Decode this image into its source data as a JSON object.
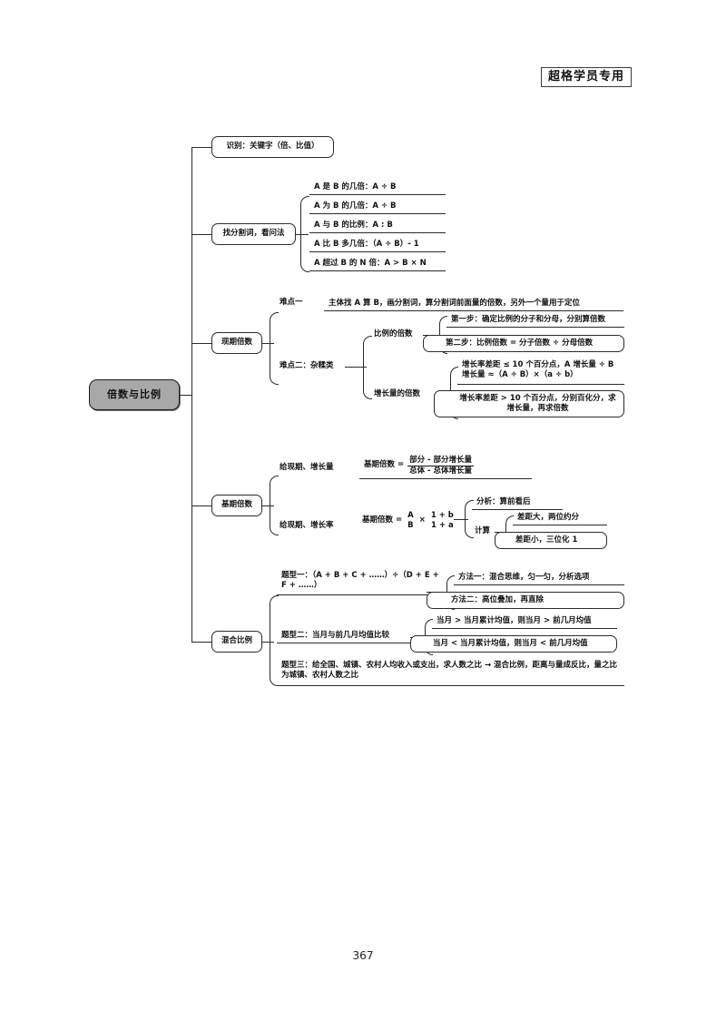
{
  "document": {
    "header_badge": "超格学员专用",
    "page_number": "367",
    "root": "倍数与比例"
  },
  "branches": {
    "b1": {
      "label": "识别：关键字（倍、比值）"
    },
    "b2": {
      "label": "找分割词，看问法",
      "items": [
        "A 是 B 的几倍：A ÷ B",
        "A 为 B 的几倍：A ÷ B",
        "A 与 B 的比例：A : B",
        "A 比 B 多几倍：（A ÷ B）- 1",
        "A 超过 B 的 N 倍：A > B × N"
      ]
    },
    "b3": {
      "label": "现期倍数",
      "d1_label": "难点一",
      "d1_text": "主体找 A 算 B，画分割词，算分割词前面量的倍数，另外一个量用于定位",
      "d2_label": "难点二：杂糅类",
      "sub1_label": "比例的倍数",
      "sub1_steps": [
        "第一步：确定比例的分子和分母，分别算倍数",
        "第二步：比例倍数 = 分子倍数 ÷ 分母倍数"
      ],
      "sub2_label": "增长量的倍数",
      "sub2_items": [
        "增长率差距 ≤ 10 个百分点，A 增长量 ÷ B 增长量 ≈（A ÷ B）×（a ÷ b）",
        "增长率差距 > 10 个百分点，分别百化分，求增长量，再求倍数"
      ]
    },
    "b4": {
      "label": "基期倍数",
      "c1_label": "给现期、增长量",
      "c1_formula_lead": "基期倍数 =",
      "c1_numerator": "部分 - 部分增长量",
      "c1_denominator": "总体 - 总体增长量",
      "c2_label": "给现期、增长率",
      "c2_formula_lead": "基期倍数 =",
      "c2_f1_num": "A",
      "c2_f1_den": "B",
      "c2_times": "×",
      "c2_f2_num": "1 + b",
      "c2_f2_den": "1 + a",
      "analysis": "分析：算前看后",
      "calc_label": "计算",
      "calc_items": [
        "差距大，两位约分",
        "差距小，三位化 1"
      ]
    },
    "b5": {
      "label": "混合比例",
      "t1_text": "题型一：（A + B + C + ……）÷（D + E + F + ……）",
      "t1_methods": [
        "方法一：混合思维，匀一匀，分析选项",
        "方法二：高位叠加，再直除"
      ],
      "t2_text": "题型二：当月与前几月均值比较",
      "t2_items": [
        "当月 > 当月累计均值，则当月 > 前几月均值",
        "当月 < 当月累计均值，则当月 < 前几月均值"
      ],
      "t3_text": "题型三：给全国、城镇、农村人均收入或支出，求人数之比 → 混合比例，距离与量成反比，量之比为城镇、农村人数之比"
    }
  }
}
